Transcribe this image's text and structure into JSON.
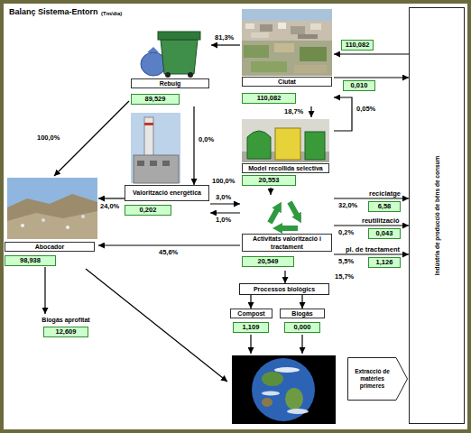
{
  "diagram": {
    "title": "Balanç Sistema-Entorn",
    "nodes": [
      {
        "text": [
          "Ciutat",
          "110,082"
        ]
      },
      {
        "text": [
          "Rebuig",
          "89,529"
        ]
      },
      {
        "text": [
          "Indústria de producció de béns de consum"
        ]
      },
      {
        "text": [
          "Model recollida selectiva",
          "20,553"
        ]
      },
      {
        "text": [
          "Valorització energètica",
          "0,202"
        ]
      },
      {
        "text": [
          "Abocador",
          "98,938"
        ]
      },
      {
        "text": [
          "Activitats valorització i tractament",
          "20,549"
        ]
      },
      {
        "text": [
          "Processos biològics"
        ]
      },
      {
        "text": [
          "Compost",
          "1,109"
        ]
      },
      {
        "text": [
          "Biogàs",
          "0,000"
        ]
      },
      {
        "text": [
          "Biogàs aprofitat",
          "12,609"
        ]
      },
      {
        "text": [
          "Extracció de matèries primeres"
        ]
      }
    ],
    "edges": [
      {
        "from": 0,
        "to": 1,
        "label": "81,3%",
        "arrow": "to"
      },
      {
        "from": 2,
        "to": 0,
        "label": "110,082",
        "arrow": "to"
      },
      {
        "from": 0,
        "to": 2,
        "label": "0,010",
        "arrow": "to"
      },
      {
        "from": 0,
        "to": 3,
        "label": "18,7%",
        "arrow": "to"
      },
      {
        "from": 3,
        "to": 0,
        "label": "0,05%",
        "arrow": "to"
      },
      {
        "from": 1,
        "to": 5,
        "label": "100,0%",
        "arrow": "to"
      },
      {
        "from": 1,
        "to": 4,
        "label": "0,0%",
        "arrow": "to"
      },
      {
        "from": 4,
        "to": 5,
        "label": "24,0%",
        "arrow": "to"
      },
      {
        "from": 4,
        "to": 6,
        "label": "3,0%",
        "arrow": "to"
      },
      {
        "from": 6,
        "to": 4,
        "label": "1,0%",
        "arrow": "to"
      },
      {
        "from": 3,
        "to": 6,
        "label": "100,0%",
        "arrow": "to"
      },
      {
        "from": 6,
        "to": 5,
        "label": "45,6%",
        "arrow": "to"
      },
      {
        "from": 6,
        "to": 2,
        "label": "reciclatge",
        "arrow": "to"
      },
      {
        "from": 6,
        "to": 2,
        "label": "reutilització",
        "arrow": "to"
      },
      {
        "from": 6,
        "to": 2,
        "label": "pl. de tractament",
        "arrow": "to"
      },
      {
        "from": 6,
        "to": 7,
        "label": "15,7%",
        "arrow": "to"
      },
      {
        "from": 7,
        "to": 8,
        "arrow": "to"
      },
      {
        "from": 7,
        "to": 9,
        "arrow": "to"
      },
      {
        "from": 5,
        "to": 10,
        "arrow": "to"
      }
    ],
    "labels": [
      "(Tm/dia)",
      "32,0%",
      "6,58",
      "0,2%",
      "0,043",
      "5,5%",
      "1,126"
    ]
  }
}
